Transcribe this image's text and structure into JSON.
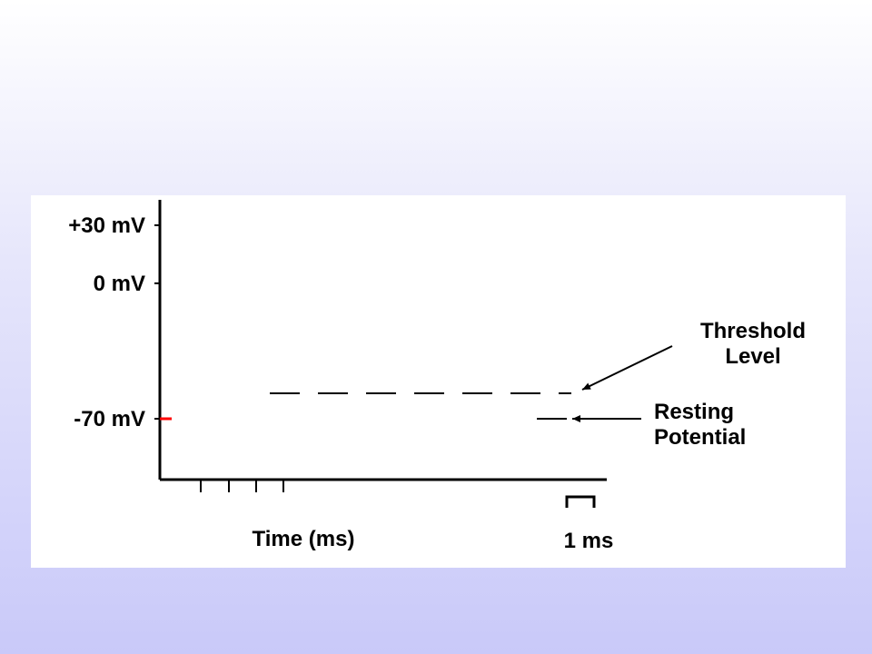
{
  "chart_data": {
    "type": "line",
    "title": "",
    "xlabel": "Time (ms)",
    "ylabel": "",
    "y_ticks": [
      {
        "value": 30,
        "label": "+30 mV"
      },
      {
        "value": 0,
        "label": "0 mV"
      },
      {
        "value": -70,
        "label": "-70 mV"
      }
    ],
    "resting_marker": {
      "value": -70,
      "color": "#ff0000"
    },
    "threshold_label": "Threshold\nLevel",
    "resting_label": "Resting\nPotential",
    "scale_bar_label": "1 ms",
    "series": []
  }
}
